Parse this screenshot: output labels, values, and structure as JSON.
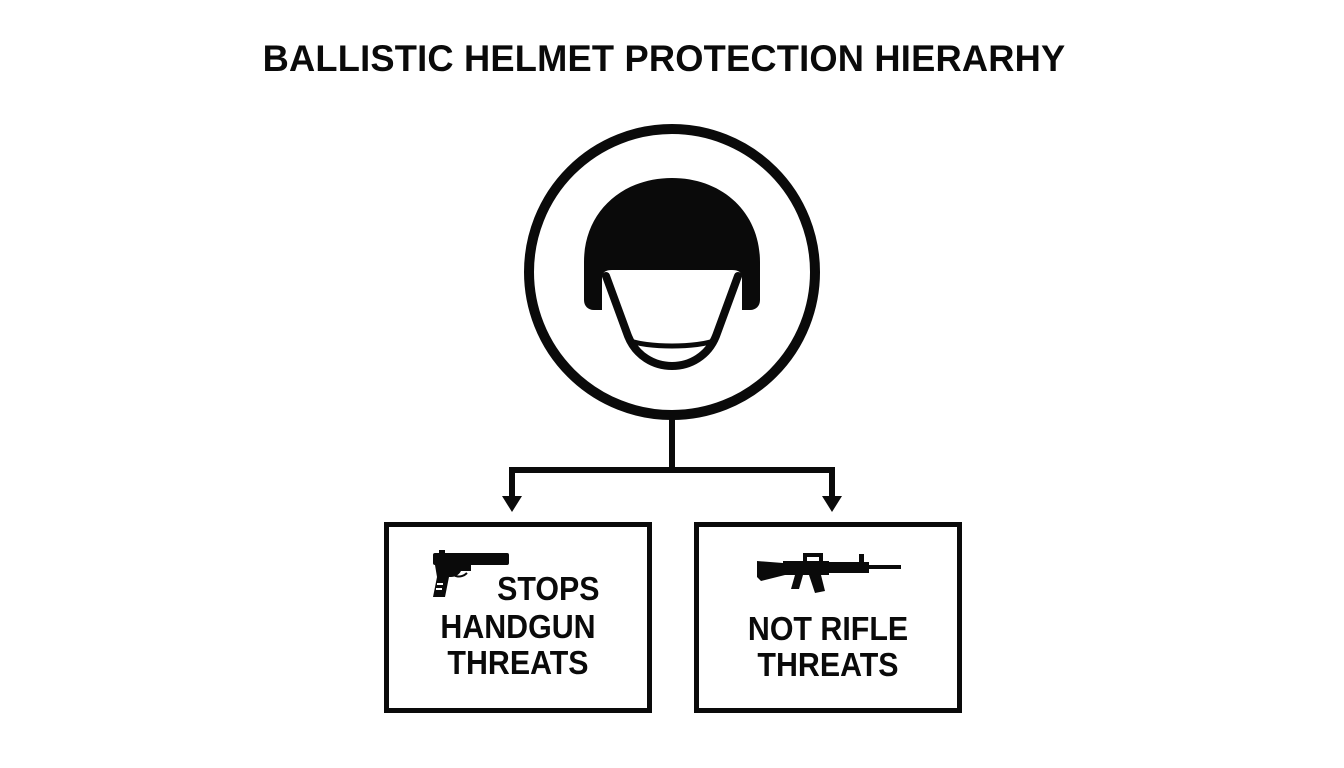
{
  "title": "BALLISTIC HELMET PROTECTION HIERARHY",
  "root": {
    "icon": "helmet-icon"
  },
  "children": [
    {
      "icon": "handgun-icon",
      "lines": [
        "STOPS",
        "HANDGUN",
        "THREATS"
      ]
    },
    {
      "icon": "rifle-icon",
      "lines": [
        "NOT RIFLE",
        "THREATS"
      ]
    }
  ]
}
